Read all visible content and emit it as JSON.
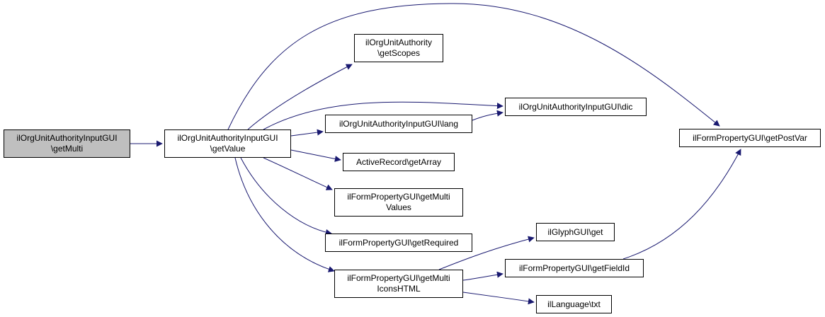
{
  "colors": {
    "edge": "#191970",
    "root_fill": "#bfbfbf",
    "node_fill": "#ffffff",
    "border": "#000000"
  },
  "nodes": [
    {
      "id": "getMulti",
      "lines": [
        "ilOrgUnitAuthorityInputGUI",
        "\\getMulti"
      ],
      "root": true
    },
    {
      "id": "getValue",
      "lines": [
        "ilOrgUnitAuthorityInputGUI",
        "\\getValue"
      ]
    },
    {
      "id": "getScopes",
      "lines": [
        "ilOrgUnitAuthority",
        "\\getScopes"
      ]
    },
    {
      "id": "dic",
      "lines": [
        "ilOrgUnitAuthorityInputGUI\\dic"
      ]
    },
    {
      "id": "lang",
      "lines": [
        "ilOrgUnitAuthorityInputGUI\\lang"
      ]
    },
    {
      "id": "getArray",
      "lines": [
        "ActiveRecord\\getArray"
      ]
    },
    {
      "id": "getMultiValues",
      "lines": [
        "ilFormPropertyGUI\\getMulti",
        "Values"
      ]
    },
    {
      "id": "getRequired",
      "lines": [
        "ilFormPropertyGUI\\getRequired"
      ]
    },
    {
      "id": "getMultiIconsHTML",
      "lines": [
        "ilFormPropertyGUI\\getMulti",
        "IconsHTML"
      ]
    },
    {
      "id": "glyphGet",
      "lines": [
        "ilGlyphGUI\\get"
      ]
    },
    {
      "id": "getFieldId",
      "lines": [
        "ilFormPropertyGUI\\getFieldId"
      ]
    },
    {
      "id": "langTxt",
      "lines": [
        "ilLanguage\\txt"
      ]
    },
    {
      "id": "getPostVar",
      "lines": [
        "ilFormPropertyGUI\\getPostVar"
      ]
    }
  ],
  "edges": [
    {
      "from": "getMulti",
      "to": "getValue"
    },
    {
      "from": "getValue",
      "to": "getScopes"
    },
    {
      "from": "getValue",
      "to": "dic"
    },
    {
      "from": "getValue",
      "to": "lang"
    },
    {
      "from": "getValue",
      "to": "getArray"
    },
    {
      "from": "getValue",
      "to": "getMultiValues"
    },
    {
      "from": "getValue",
      "to": "getRequired"
    },
    {
      "from": "getValue",
      "to": "getMultiIconsHTML"
    },
    {
      "from": "getValue",
      "to": "getPostVar"
    },
    {
      "from": "lang",
      "to": "dic"
    },
    {
      "from": "getMultiIconsHTML",
      "to": "glyphGet"
    },
    {
      "from": "getMultiIconsHTML",
      "to": "getFieldId"
    },
    {
      "from": "getMultiIconsHTML",
      "to": "langTxt"
    },
    {
      "from": "getFieldId",
      "to": "getPostVar"
    }
  ]
}
